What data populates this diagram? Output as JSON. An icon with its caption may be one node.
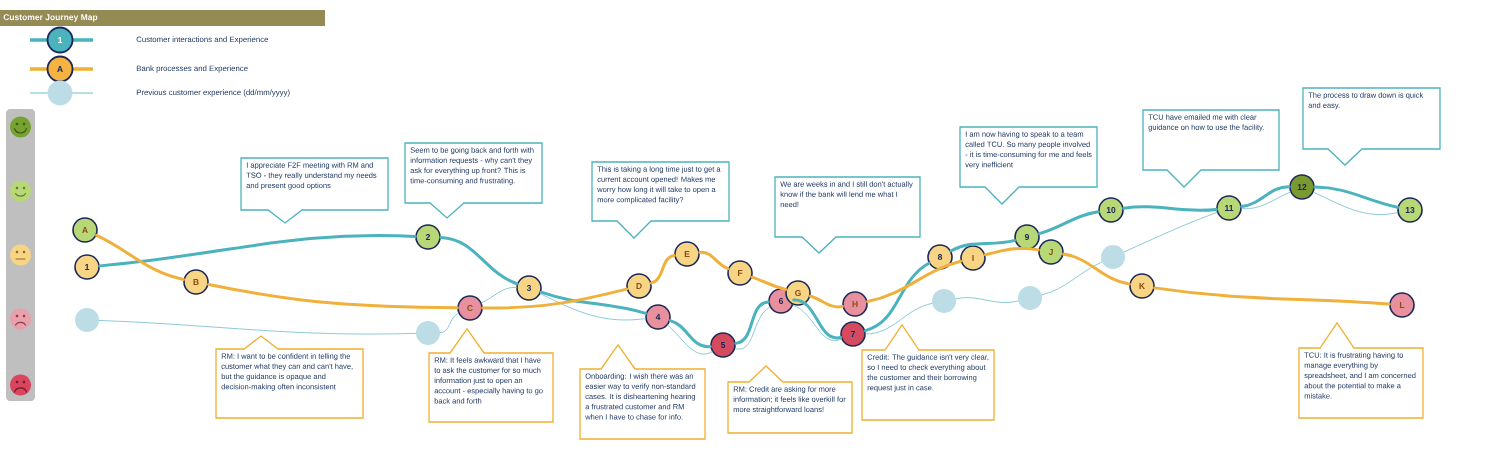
{
  "diagram": {
    "title": "Customer Journey Map",
    "nodes": [
      {
        "text": [
          "1"
        ]
      },
      {
        "text": [
          "2"
        ]
      },
      {
        "text": [
          "3"
        ]
      },
      {
        "text": [
          "4"
        ]
      },
      {
        "text": [
          "5"
        ]
      },
      {
        "text": [
          "6"
        ]
      },
      {
        "text": [
          "7"
        ]
      },
      {
        "text": [
          "8"
        ]
      },
      {
        "text": [
          "9"
        ]
      },
      {
        "text": [
          "10"
        ]
      },
      {
        "text": [
          "11"
        ]
      },
      {
        "text": [
          "12"
        ]
      },
      {
        "text": [
          "13"
        ]
      },
      {
        "text": [
          "A"
        ]
      },
      {
        "text": [
          "B"
        ]
      },
      {
        "text": [
          "C"
        ]
      },
      {
        "text": [
          "D"
        ]
      },
      {
        "text": [
          "E"
        ]
      },
      {
        "text": [
          "F"
        ]
      },
      {
        "text": [
          "G"
        ]
      },
      {
        "text": [
          "H"
        ]
      },
      {
        "text": [
          "I"
        ]
      },
      {
        "text": [
          "J"
        ]
      },
      {
        "text": [
          "K"
        ]
      },
      {
        "text": [
          "L"
        ]
      },
      {
        "text": [],
        "shape": "circle"
      },
      {
        "text": [],
        "shape": "circle"
      },
      {
        "text": [],
        "shape": "circle"
      },
      {
        "text": [],
        "shape": "circle"
      },
      {
        "text": [],
        "shape": "circle"
      },
      {
        "text": [
          "I appreciate F2F meeting with RM and TSO - they really understand my needs and present good options"
        ]
      },
      {
        "text": [
          "Seem to be going back and forth with information requests - why can't they ask for everything up front? This is time-consuming and frustrating."
        ]
      },
      {
        "text": [
          "This is taking a long time just to get a current account opened! Makes me worry how long it will take to open a more complicated facility?"
        ]
      },
      {
        "text": [
          "We are weeks in and I still don't actually know if the bank will lend me what I need!"
        ]
      },
      {
        "text": [
          "I am now having to speak to a team called TCU. So many people involved - it is time-consuming for me and feels very inefficient"
        ]
      },
      {
        "text": [
          "TCU have emailed me with clear guidance on how to use the facility."
        ]
      },
      {
        "text": [
          "The process to draw down is quick and easy."
        ]
      },
      {
        "text": [
          "RM: I want to be confident in telling the customer what they can and can't have, but the guidance is opaque and decision-making often inconsistent"
        ]
      },
      {
        "text": [
          "RM: It feels awkward that I have to ask the customer for so much information just to open an account - especially having to go back and forth"
        ]
      },
      {
        "text": [
          "Onboarding: I wish there was an easier way to verify non-standard cases. It is disheartening hearing a frustrated customer and RM when I have to chase for info."
        ]
      },
      {
        "text": [
          "RM: Credit are asking for more information; it feels like overkill for more straightforward loans!"
        ]
      },
      {
        "text": [
          "Credit: The guidance isn't very clear, so I need to check everything about the customer and their borrowing request just in case."
        ]
      },
      {
        "text": [
          "TCU: It is frustrating having to manage everything by spreadsheet, and I am concerned about the potential to make a mistake."
        ]
      }
    ],
    "edges": [
      {
        "from": 0,
        "to": 1,
        "arrow": "none",
        "color": "#4bb3bd"
      },
      {
        "from": 1,
        "to": 2,
        "arrow": "none",
        "color": "#4bb3bd"
      },
      {
        "from": 2,
        "to": 3,
        "arrow": "none",
        "color": "#4bb3bd"
      },
      {
        "from": 3,
        "to": 4,
        "arrow": "none",
        "color": "#4bb3bd"
      },
      {
        "from": 4,
        "to": 5,
        "arrow": "none",
        "color": "#4bb3bd"
      },
      {
        "from": 5,
        "to": 6,
        "arrow": "none",
        "color": "#4bb3bd"
      },
      {
        "from": 6,
        "to": 7,
        "arrow": "none",
        "color": "#4bb3bd"
      },
      {
        "from": 7,
        "to": 8,
        "arrow": "none",
        "color": "#4bb3bd"
      },
      {
        "from": 8,
        "to": 9,
        "arrow": "none",
        "color": "#4bb3bd"
      },
      {
        "from": 9,
        "to": 10,
        "arrow": "none",
        "color": "#4bb3bd"
      },
      {
        "from": 10,
        "to": 11,
        "arrow": "none",
        "color": "#4bb3bd"
      },
      {
        "from": 11,
        "to": 12,
        "arrow": "none",
        "color": "#4bb3bd"
      },
      {
        "from": 13,
        "to": 14,
        "arrow": "none",
        "color": "#f0b13c"
      },
      {
        "from": 14,
        "to": 15,
        "arrow": "none",
        "color": "#f0b13c"
      },
      {
        "from": 15,
        "to": 16,
        "arrow": "none",
        "color": "#f0b13c"
      },
      {
        "from": 16,
        "to": 17,
        "arrow": "none",
        "color": "#f0b13c"
      },
      {
        "from": 17,
        "to": 18,
        "arrow": "none",
        "color": "#f0b13c"
      },
      {
        "from": 18,
        "to": 19,
        "arrow": "none",
        "color": "#f0b13c"
      },
      {
        "from": 19,
        "to": 20,
        "arrow": "none",
        "color": "#f0b13c"
      },
      {
        "from": 20,
        "to": 21,
        "arrow": "none",
        "color": "#f0b13c"
      },
      {
        "from": 21,
        "to": 22,
        "arrow": "none",
        "color": "#f0b13c"
      },
      {
        "from": 22,
        "to": 23,
        "arrow": "none",
        "color": "#f0b13c"
      },
      {
        "from": 23,
        "to": 24,
        "arrow": "none",
        "color": "#f0b13c"
      },
      {
        "from": 25,
        "to": 26,
        "arrow": "none",
        "color": "#80c4d2"
      },
      {
        "from": 26,
        "to": 15,
        "arrow": "none",
        "color": "#80c4d2"
      },
      {
        "from": 15,
        "to": 2,
        "arrow": "none",
        "color": "#80c4d2"
      },
      {
        "from": 2,
        "to": 3,
        "arrow": "none",
        "color": "#80c4d2"
      },
      {
        "from": 3,
        "to": 4,
        "arrow": "none",
        "color": "#80c4d2"
      },
      {
        "from": 4,
        "to": 5,
        "arrow": "none",
        "color": "#80c4d2"
      },
      {
        "from": 5,
        "to": 6,
        "arrow": "none",
        "color": "#80c4d2"
      },
      {
        "from": 6,
        "to": 27,
        "arrow": "none",
        "color": "#80c4d2"
      },
      {
        "from": 27,
        "to": 28,
        "arrow": "none",
        "color": "#80c4d2"
      },
      {
        "from": 28,
        "to": 29,
        "arrow": "none",
        "color": "#80c4d2"
      },
      {
        "from": 29,
        "to": 10,
        "arrow": "none",
        "color": "#80c4d2"
      },
      {
        "from": 10,
        "to": 11,
        "arrow": "none",
        "color": "#80c4d2"
      },
      {
        "from": 11,
        "to": 12,
        "arrow": "none",
        "color": "#80c4d2"
      }
    ],
    "labels": [
      "1",
      "A"
    ],
    "legend": [
      {
        "text": "Customer interactions and Experience"
      },
      {
        "text": "Bank processes and Experience"
      },
      {
        "text": "Previous customer experience (dd/mm/yyyy)"
      }
    ]
  }
}
